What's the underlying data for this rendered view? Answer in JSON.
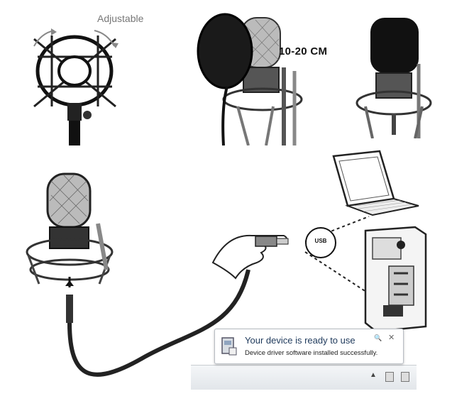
{
  "labels": {
    "adjustable": "Adjustable",
    "distance": "10-20 CM",
    "usb": "USB"
  },
  "notification": {
    "title": "Your device is ready to use",
    "message": "Device driver software installed successfully."
  }
}
